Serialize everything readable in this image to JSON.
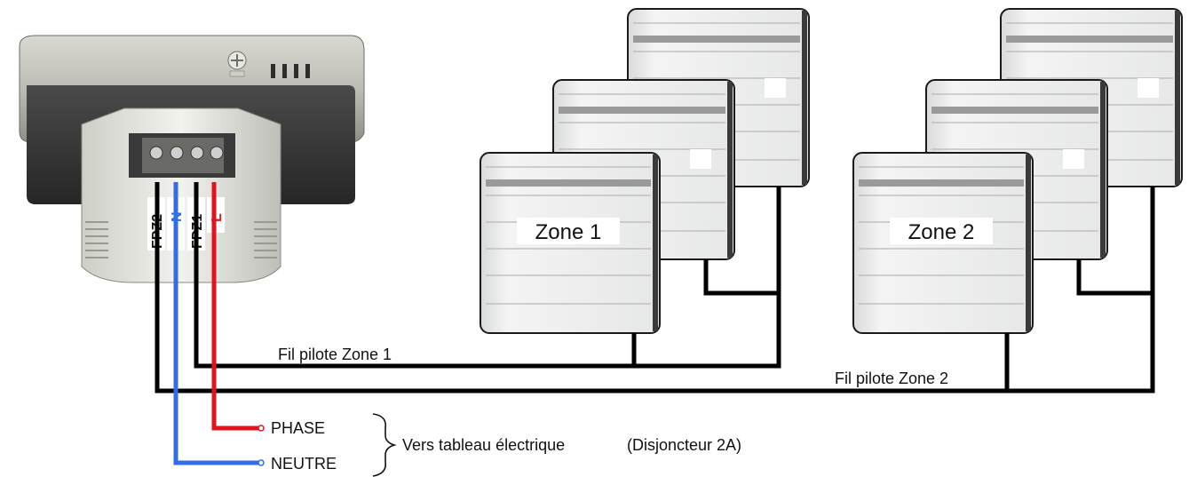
{
  "terminals": {
    "fpz2": "FPZ2",
    "n": "N",
    "fpz1": "FPZ1",
    "l": "L"
  },
  "zones": {
    "zone1": "Zone 1",
    "zone2": "Zone 2"
  },
  "wires": {
    "pilot_zone1": "Fil pilote Zone 1",
    "pilot_zone2": "Fil pilote Zone 2",
    "phase": "PHASE",
    "neutre": "NEUTRE",
    "destination": "Vers tableau électrique",
    "breaker": "(Disjoncteur 2A)"
  },
  "colors": {
    "phase": "#e0141b",
    "neutral": "#2f6ee8",
    "pilot": "#000000",
    "radiator_body": "#eceded",
    "radiator_stripe": "#9a9a9a"
  }
}
